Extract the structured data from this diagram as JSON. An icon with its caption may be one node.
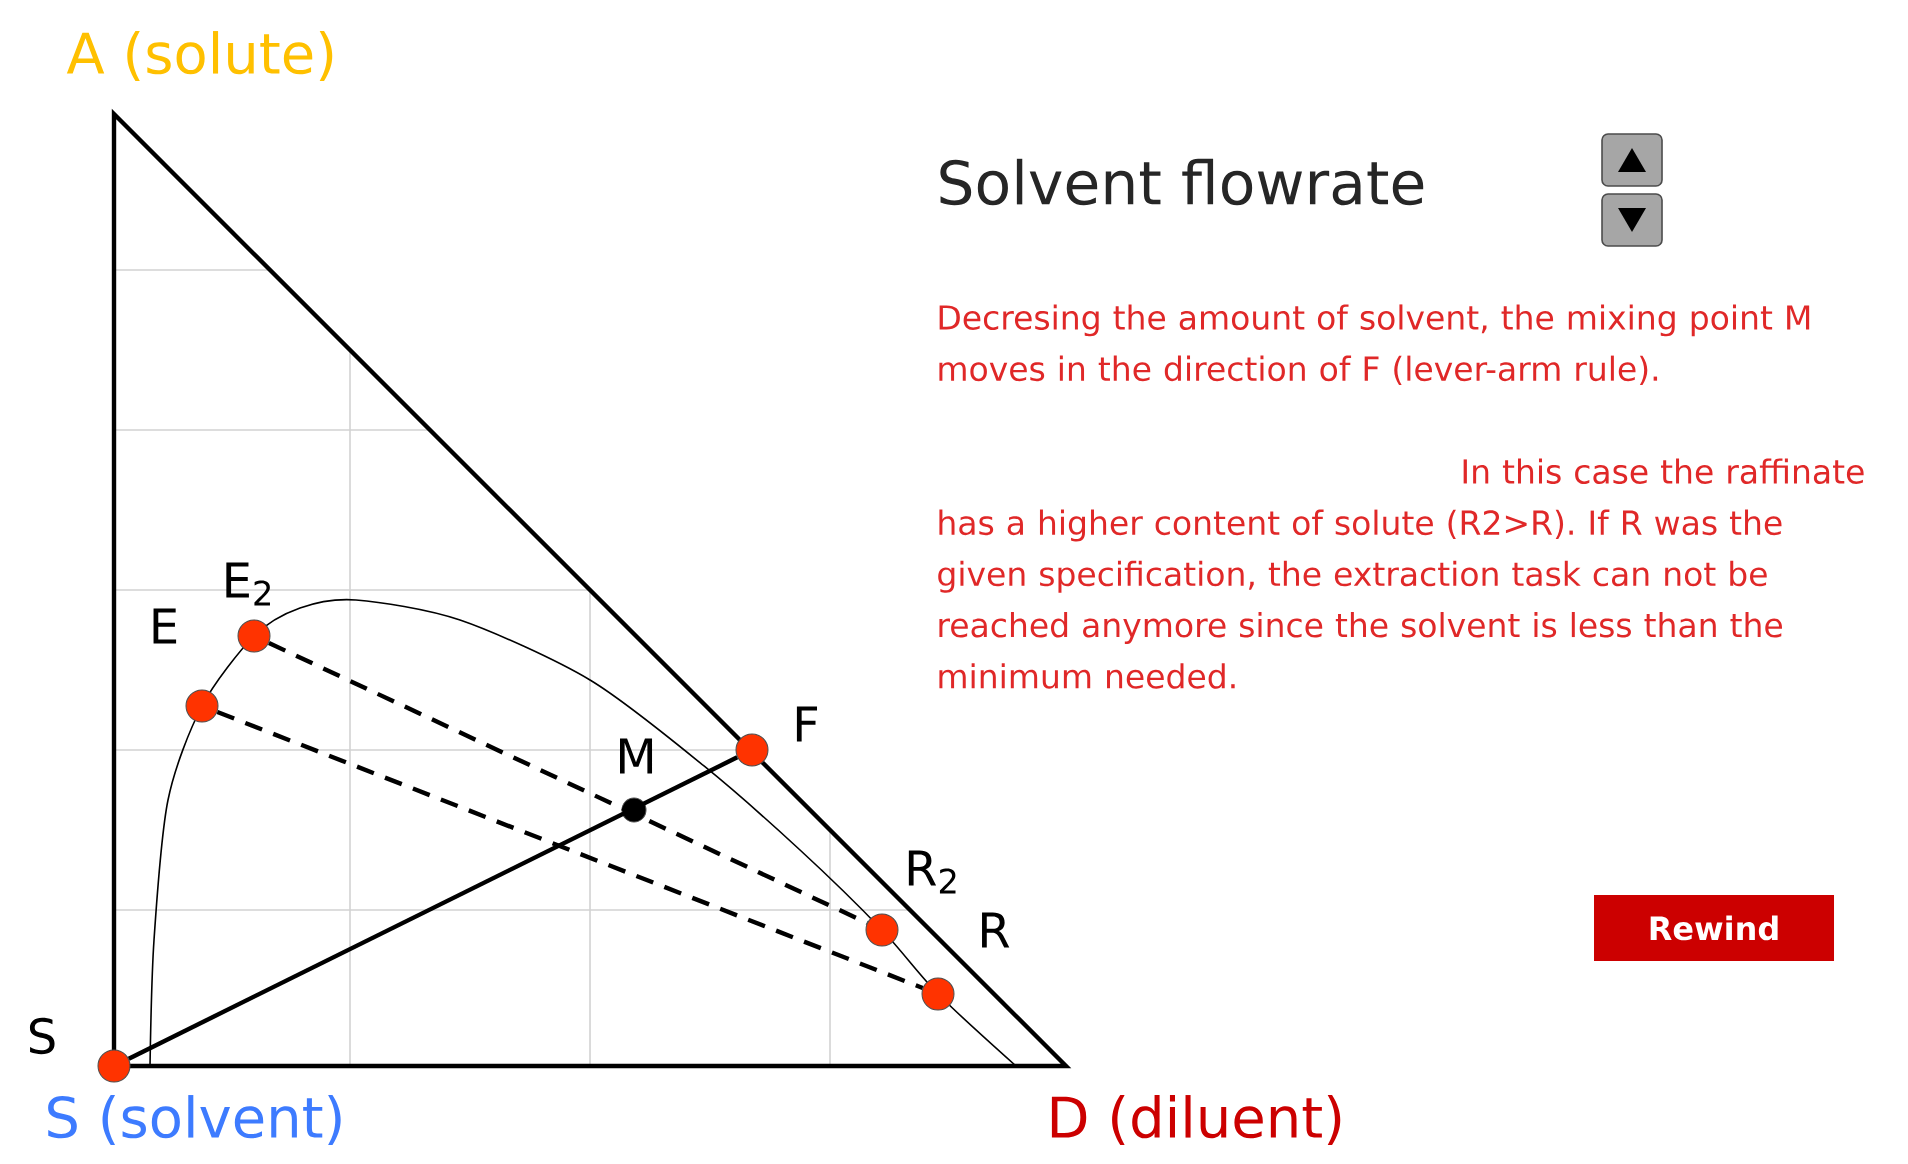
{
  "diagram": {
    "title": "Solvent flowrate",
    "nodes": [
      {
        "text": [],
        "shape": "circle",
        "beside": [
          "E$_{2}$"
        ]
      },
      {
        "text": [],
        "shape": "circle",
        "beside": [
          "E"
        ]
      },
      {
        "text": [],
        "shape": "circle",
        "beside": [
          "F"
        ]
      },
      {
        "text": [],
        "shape": "circle",
        "beside": [
          "M"
        ]
      },
      {
        "text": [],
        "shape": "circle",
        "beside": [
          "R$_{2}$"
        ]
      },
      {
        "text": [],
        "shape": "circle",
        "beside": [
          "R"
        ]
      },
      {
        "text": [],
        "shape": "circle",
        "beside": [
          "S"
        ]
      }
    ],
    "edges": [
      {
        "from": 6,
        "to": 2,
        "arrow": "none"
      },
      {
        "from": 0,
        "to": 4,
        "arrow": "none",
        "style": "dashed"
      },
      {
        "from": 1,
        "to": 5,
        "arrow": "none",
        "style": "dashed"
      }
    ],
    "labels": [
      "A (solute)",
      "Decresing the amount of solvent, the mixing point M moves in the direction of F (lever-arm rule).",
      "In this case the raffinate has a higher content of solute (R2>R). If R was the given specification, the extraction task can not be reached anymore since the solvent is less than the minimum needed.",
      "Rewind",
      "S (solvent)",
      "D (diluent)"
    ]
  }
}
